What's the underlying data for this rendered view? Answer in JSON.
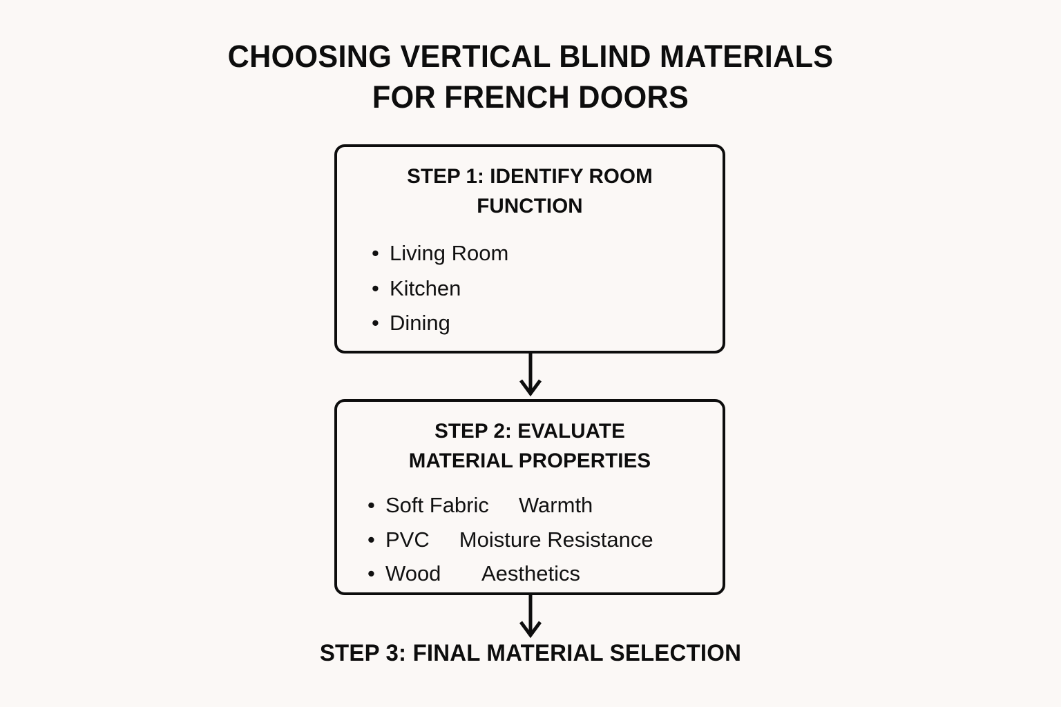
{
  "page": {
    "background_color": "#FBF8F6",
    "ink_color": "#0D0D0D"
  },
  "title": "CHOOSING VERTICAL BLIND MATERIALS\nFOR FRENCH DOORS",
  "flow": {
    "steps": [
      {
        "id": "step-1",
        "heading": "STEP 1: IDENTIFY ROOM\nFUNCTION",
        "bullet_glyph": "•",
        "items": [
          "Living Room",
          "Kitchen",
          "Dining"
        ]
      },
      {
        "id": "step-2",
        "heading": "STEP 2: EVALUATE\nMATERIAL PROPERTIES",
        "bullet_glyph": "•",
        "items": [
          "Soft Fabric     Warmth",
          "PVC     Moisture Resistance",
          "Wood       Aesthetics"
        ]
      }
    ],
    "connectors": [
      {
        "id": "arrow-1",
        "icon": "arrow-down-icon",
        "from": "step-1",
        "to": "step-2"
      },
      {
        "id": "arrow-2",
        "icon": "arrow-down-icon",
        "from": "step-2",
        "to": "step-3"
      }
    ],
    "final_step": "STEP 3: FINAL MATERIAL SELECTION"
  }
}
